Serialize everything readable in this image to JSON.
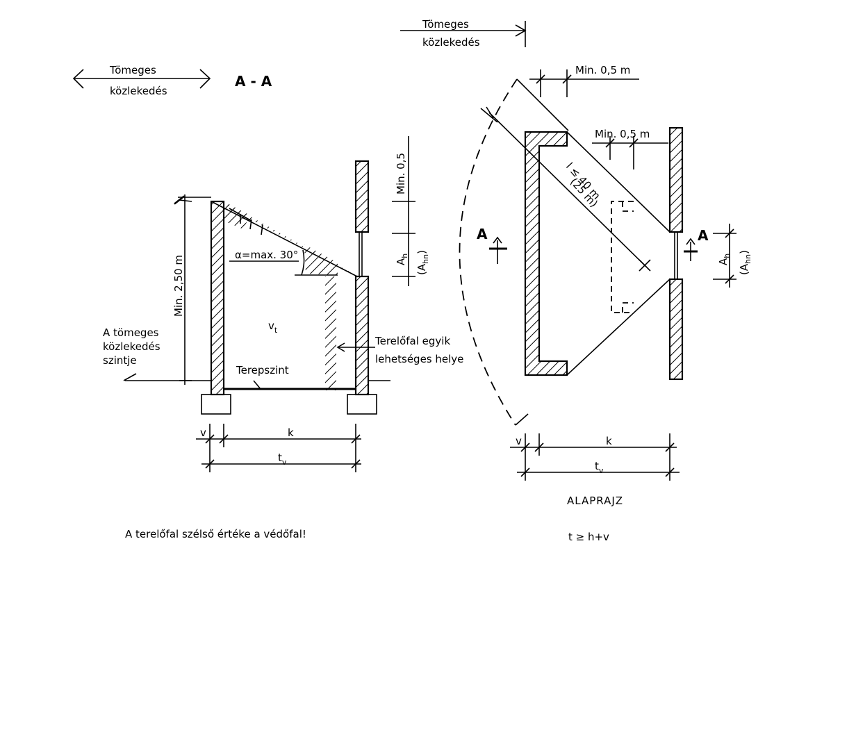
{
  "section": {
    "title": "A - A",
    "traffic_label_line1": "Tömeges",
    "traffic_label_line2": "közlekedés",
    "level_label_line1": "A tömeges",
    "level_label_line2": "közlekedés",
    "level_label_line3": "szintje",
    "min_height_label": "Min. 2,50 m",
    "min_05_label": "Min. 0,5",
    "ah_label": "A",
    "ah_sub": "h",
    "ahn_label": "(A",
    "ahn_sub": "hn",
    "ahn_close": ")",
    "angle_label": "α=max. 30°",
    "vt_label": "v",
    "vt_sub": "t",
    "ground_label": "Terepszint",
    "deflector_label_line1": "Terelőfal egyik",
    "deflector_label_line2": "lehetséges helye",
    "dim_v": "v",
    "dim_k": "k",
    "dim_tv": "t",
    "dim_tv_sub": "v",
    "caption": "A terelőfal szélső értéke a védőfal!"
  },
  "plan": {
    "traffic_label_line1": "Tömeges",
    "traffic_label_line2": "közlekedés",
    "min_05_top": "Min. 0,5 m",
    "min_05_inner": "Min. 0,5 m",
    "length_label": "l ≤ 40 m",
    "length_alt": "(25 m)",
    "cut_mark": "A",
    "ah_label": "A",
    "ah_sub": "h",
    "ahn_label": "(A",
    "ahn_sub": "hn",
    "ahn_close": ")",
    "dim_v": "v",
    "dim_k": "k",
    "dim_tv": "t",
    "dim_tv_sub": "v",
    "title": "ALAPRAJZ",
    "formula": "t ≥ h+v"
  }
}
